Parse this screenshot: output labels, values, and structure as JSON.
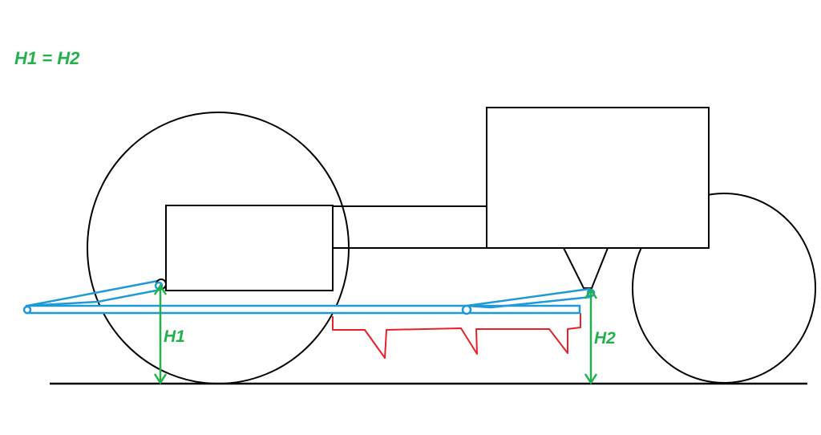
{
  "equation": "H1 = H2",
  "labels": {
    "h1": "H1",
    "h2": "H2"
  },
  "colors": {
    "outline": "#000000",
    "linkage": "#1f9ad6",
    "measure": "#22b14c",
    "blade": "#e8202a",
    "background": "#ffffff"
  }
}
